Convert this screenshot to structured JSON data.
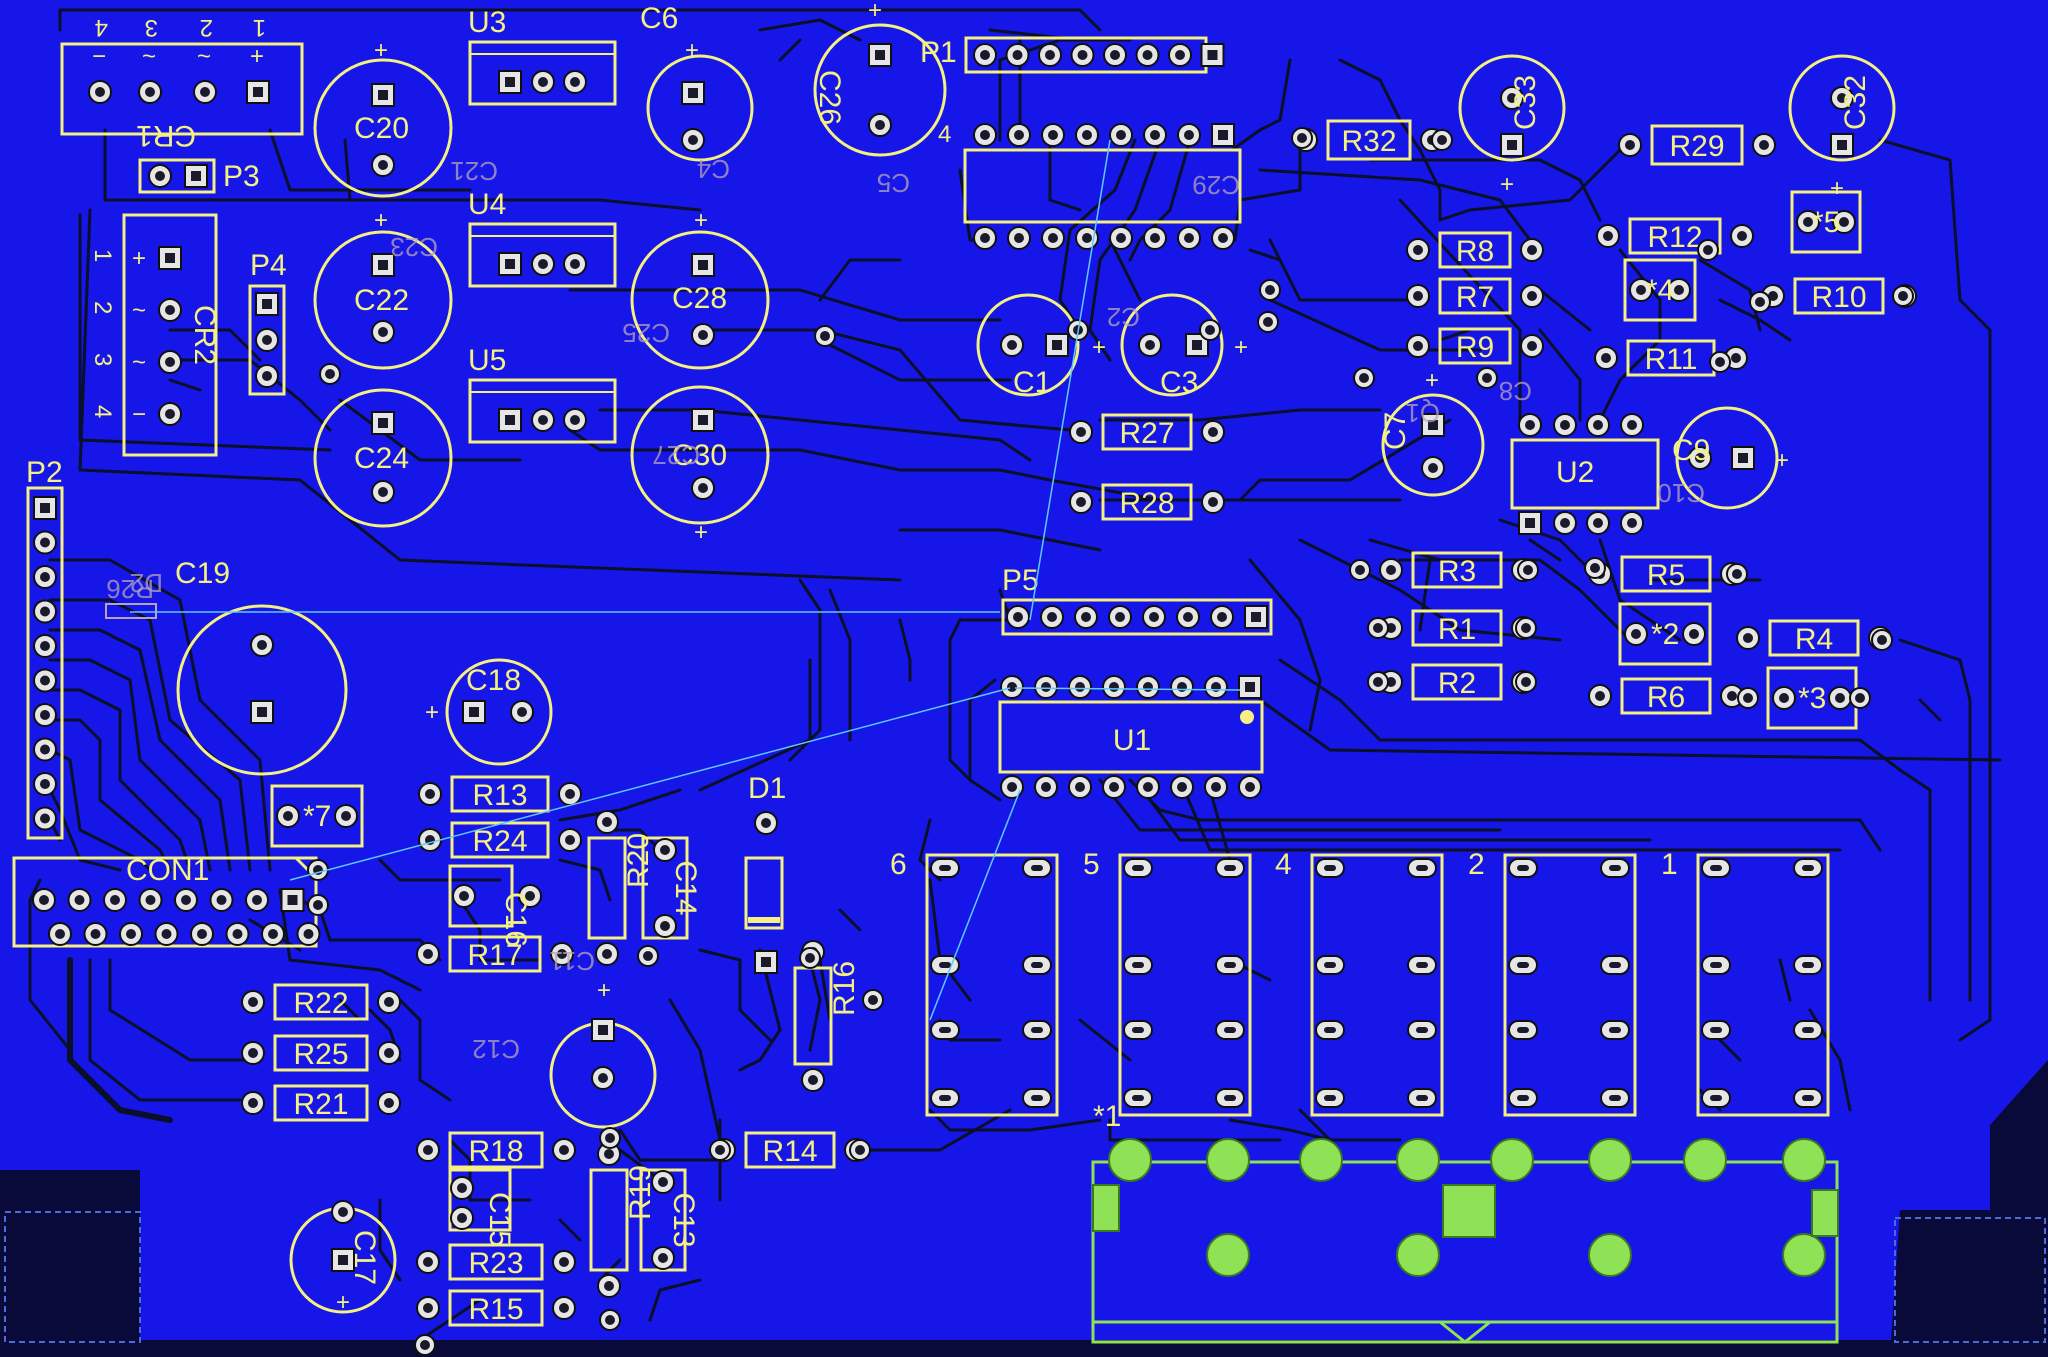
{
  "board": {
    "colors": {
      "board": "#1616e8",
      "silkscreen": "#f4f082",
      "trace": "#0a0f2a",
      "pad": "#e6e6e6",
      "highlight_pad": "#8fe256",
      "ratsnest": "#5ec9ff"
    }
  },
  "components": {
    "CR1": "CR1",
    "CR1_pins": [
      "4",
      "3",
      "2",
      "1"
    ],
    "CR1_signs": [
      "−",
      "~",
      "~",
      "+"
    ],
    "CR2": "CR2",
    "CR2_pins": [
      "1",
      "2",
      "3",
      "4"
    ],
    "CR2_signs": [
      "+",
      "~",
      "~",
      "−"
    ],
    "P1": "P1",
    "P2": "P2",
    "P3": "P3",
    "P4": "P4",
    "P5": "P5",
    "U1": "U1",
    "U2": "U2",
    "U3": "U3",
    "U4": "U4",
    "U5": "U5",
    "C1": "C1",
    "C3": "C3",
    "C6": "C6",
    "C7": "C7",
    "C9": "C9",
    "C13": "C13",
    "C14": "C14",
    "C15": "C15",
    "C16": "C16",
    "C17": "C17",
    "C18": "C18",
    "C19": "C19",
    "C20": "C20",
    "C22": "C22",
    "C24": "C24",
    "C26": "C26",
    "C28": "C28",
    "C30": "C30",
    "C32": "C32",
    "C33": "C33",
    "CON1": "CON1",
    "D1": "D1",
    "R1": "R1",
    "R2": "R2",
    "R3": "R3",
    "R4": "R4",
    "R5": "R5",
    "R6": "R6",
    "R7": "R7",
    "R8": "R8",
    "R9": "R9",
    "R10": "R10",
    "R11": "R11",
    "R12": "R12",
    "R13": "R13",
    "R14": "R14",
    "R15": "R15",
    "R16": "R16",
    "R17": "R17",
    "R18": "R18",
    "R19": "R19",
    "R20": "R20",
    "R21": "R21",
    "R22": "R22",
    "R23": "R23",
    "R24": "R24",
    "R25": "R25",
    "R26": "R26",
    "R27": "R27",
    "R28": "R28",
    "R29": "R29",
    "R32": "R32",
    "star1": "*1",
    "star2": "*2",
    "star3": "*3",
    "star4": "*4",
    "star5": "*5",
    "star7": "*7",
    "relay_numbers": [
      "6",
      "5",
      "4",
      "2",
      "1"
    ],
    "p1_pin4": "4",
    "ghost_labels": [
      "C21",
      "C23",
      "C25",
      "C27",
      "C29",
      "C2",
      "C4",
      "C5",
      "C8",
      "C10",
      "C11",
      "C12",
      "Q1",
      "D2"
    ]
  }
}
